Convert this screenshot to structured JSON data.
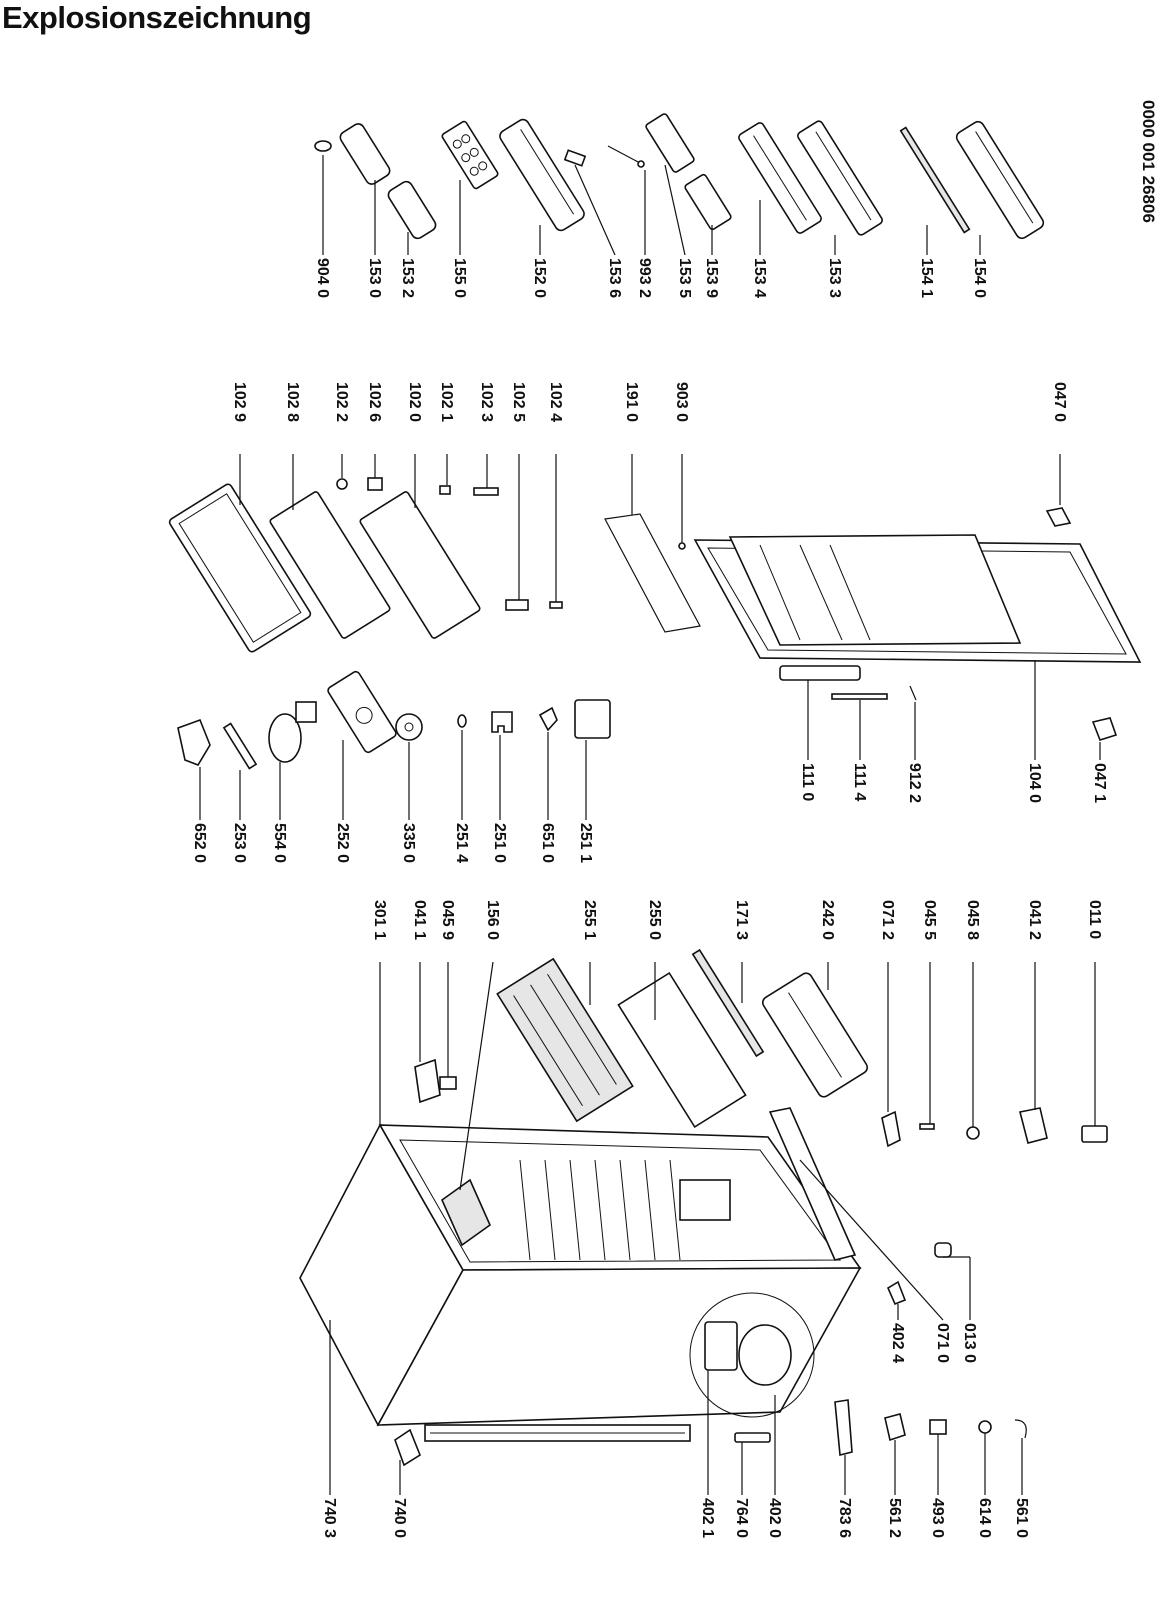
{
  "title": "Explosionszeichnung",
  "doc_number": "0000 001 26806",
  "labels": [
    "904 0",
    "153 0",
    "153 2",
    "155 0",
    "152 0",
    "153 6",
    "993 2",
    "153 5",
    "153 9",
    "153 4",
    "153 3",
    "154 1",
    "154 0",
    "102 9",
    "102 8",
    "102 2",
    "102 6",
    "102 0",
    "102 1",
    "102 3",
    "102 5",
    "102 4",
    "191 0",
    "903 0",
    "047 0",
    "652 0",
    "253 0",
    "554 0",
    "252 0",
    "335 0",
    "251 4",
    "251 0",
    "651 0",
    "251 1",
    "111 0",
    "111 4",
    "912 2",
    "104 0",
    "047 1",
    "301 1",
    "041 1",
    "045 9",
    "156 0",
    "255 1",
    "255 0",
    "171 3",
    "242 0",
    "071 2",
    "045 5",
    "045 8",
    "041 2",
    "011 0",
    "402 4",
    "071 0",
    "013 0",
    "740 3",
    "740 0",
    "402 1",
    "764 0",
    "402 0",
    "783 6",
    "561 2",
    "493 0",
    "614 0",
    "561 0"
  ]
}
